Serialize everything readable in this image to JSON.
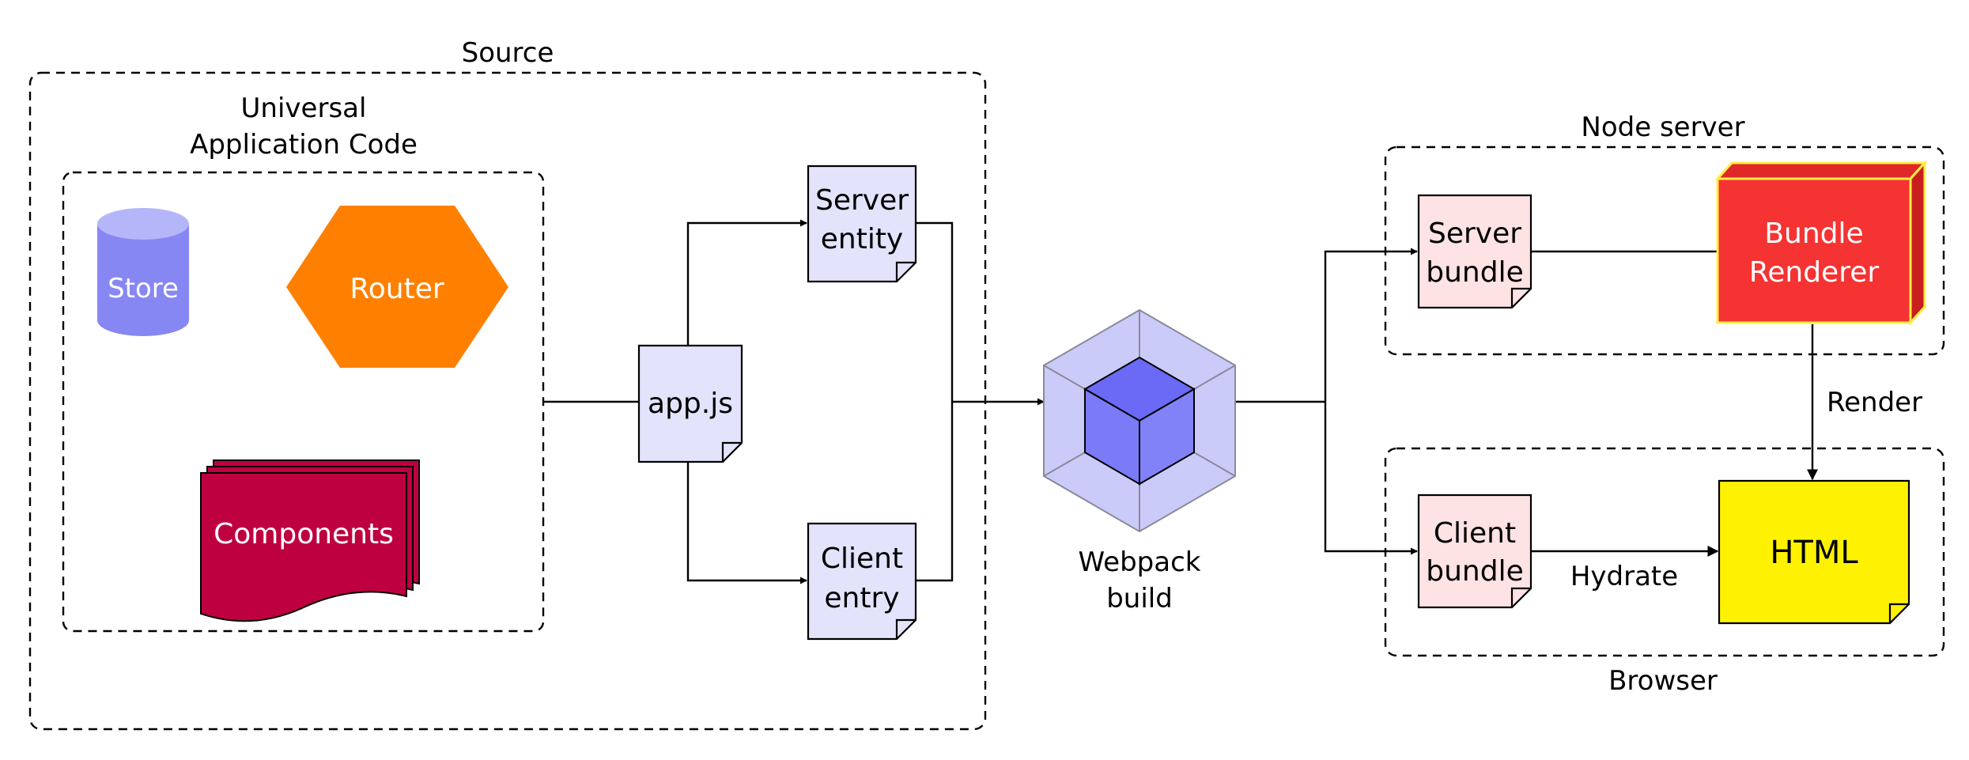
{
  "groups": {
    "source": "Source",
    "universal_line1": "Universal",
    "universal_line2": "Application Code",
    "node_server": "Node server",
    "browser": "Browser"
  },
  "nodes": {
    "store": "Store",
    "router": "Router",
    "components": "Components",
    "app_js": "app.js",
    "server_entity_line1": "Server",
    "server_entity_line2": "entity",
    "client_entry_line1": "Client",
    "client_entry_line2": "entry",
    "webpack_line1": "Webpack",
    "webpack_line2": "build",
    "server_bundle_line1": "Server",
    "server_bundle_line2": "bundle",
    "client_bundle_line1": "Client",
    "client_bundle_line2": "bundle",
    "bundle_renderer_line1": "Bundle",
    "bundle_renderer_line2": "Renderer",
    "html": "HTML"
  },
  "edges": {
    "render": "Render",
    "hydrate": "Hydrate"
  },
  "colors": {
    "doc_blue": "#e3e3fb",
    "doc_pink": "#fde3e3",
    "store": "#8787f4",
    "store_top": "#b5b5fa",
    "router": "#ff8000",
    "components": "#bf0040",
    "webpack_outer": "#cbcbfa",
    "webpack_cube": "#7575f7",
    "renderer": "#f53333",
    "renderer_border": "#ffee44",
    "html": "#fff200"
  }
}
